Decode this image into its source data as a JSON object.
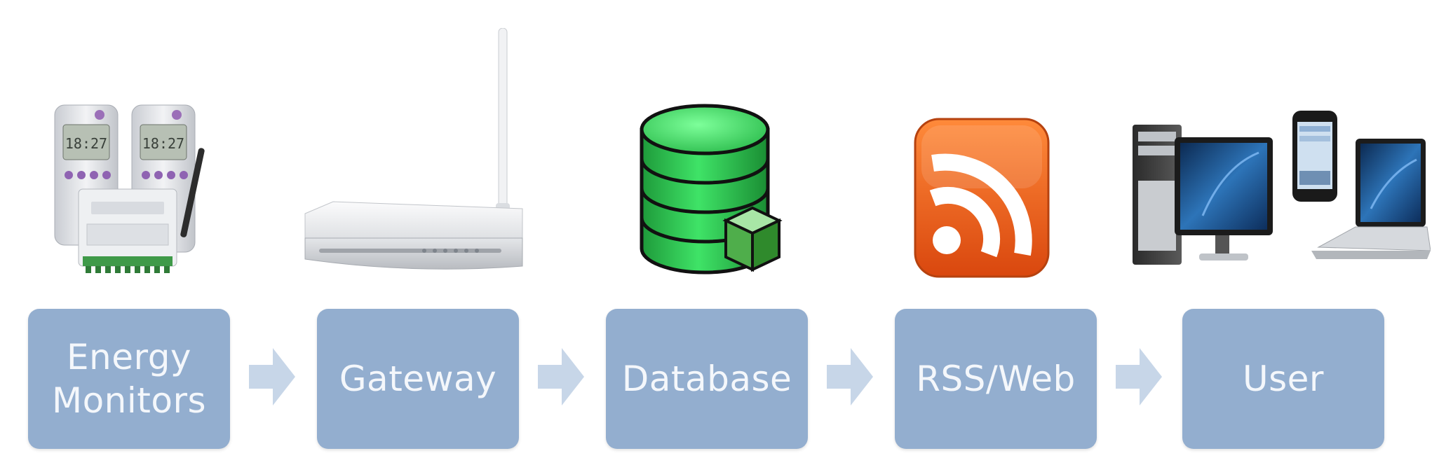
{
  "diagram": {
    "stages": [
      {
        "id": "energy-monitors",
        "label": "Energy Monitors",
        "icon": "energy-monitor-icon"
      },
      {
        "id": "gateway",
        "label": "Gateway",
        "icon": "router-icon"
      },
      {
        "id": "database",
        "label": "Database",
        "icon": "database-icon"
      },
      {
        "id": "rss-web",
        "label": "RSS/Web",
        "icon": "rss-feed-icon"
      },
      {
        "id": "user",
        "label": "User",
        "icon": "computers-icon"
      }
    ],
    "colors": {
      "box": "#93aecf",
      "box_text": "#f4f7fb",
      "arrow": "#c7d6e8",
      "database": "#2fcf4f",
      "rss": "#f06a1c"
    }
  }
}
